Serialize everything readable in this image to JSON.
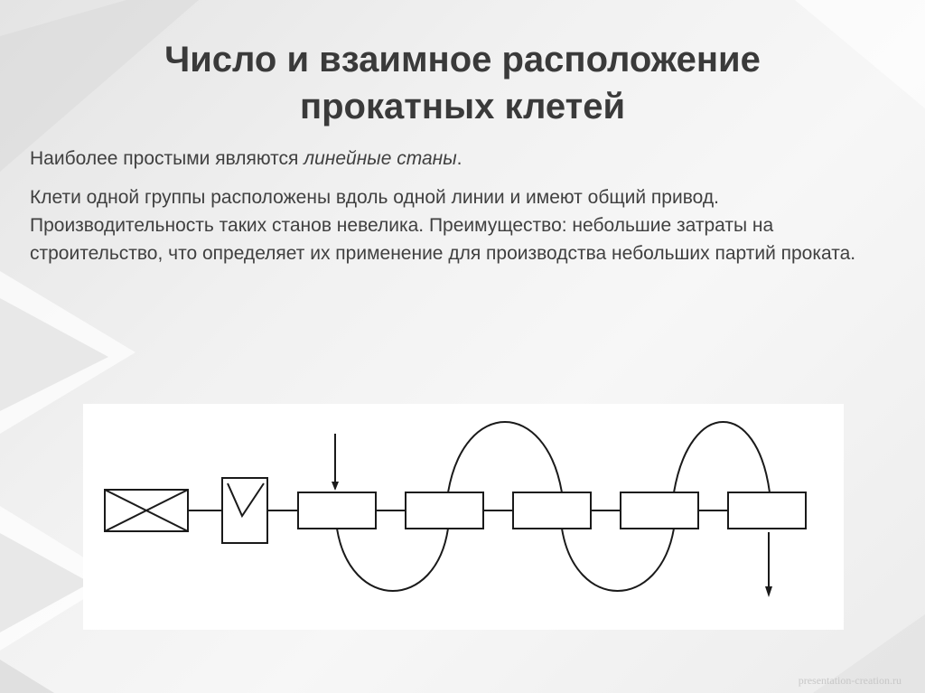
{
  "slide": {
    "title_line1": "Число и взаимное расположение",
    "title_line2": "прокатных клетей",
    "paragraph1_prefix": "Наиболее простыми являются ",
    "paragraph1_italic": "линейные станы",
    "paragraph1_suffix": ".",
    "paragraph2": "Клети одной группы расположены вдоль одной линии и имеют общий привод. Производительность таких станов невелика. Преимущество: небольшие затраты на  строительство, что определяет их применение для производства небольших партий проката.",
    "watermark": "presentation-creation.ru"
  },
  "diagram": {
    "components": [
      "motor",
      "gear-stand",
      "stand-1",
      "stand-2",
      "stand-3",
      "stand-4",
      "stand-5"
    ],
    "line_color": "#1a1a1a",
    "background": "#ffffff"
  },
  "colors": {
    "title": "#3a3a3a",
    "text": "#404040",
    "watermark": "#c7c7c7"
  }
}
